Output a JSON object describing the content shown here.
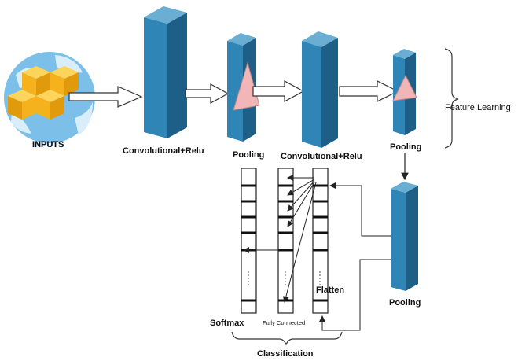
{
  "labels": {
    "inputs": "INPUTS",
    "conv1": "Convolutional+Relu",
    "pool1": "Pooling",
    "conv2": "Convolutional+Relu",
    "pool2": "Pooling",
    "pool3": "Pooling",
    "feature_learning": "Feature Learning",
    "softmax": "Softmax",
    "fully_connected": "Fully Connected",
    "flatten": "Flatten",
    "classification": "Classification"
  },
  "colors": {
    "prism_front": "#2d7fae",
    "prism_side": "#1d5f86",
    "prism_top": "#6aaed4",
    "cube": "#f6b820",
    "globe": "#6fb8e8",
    "kernel": "#f2b5b8"
  }
}
